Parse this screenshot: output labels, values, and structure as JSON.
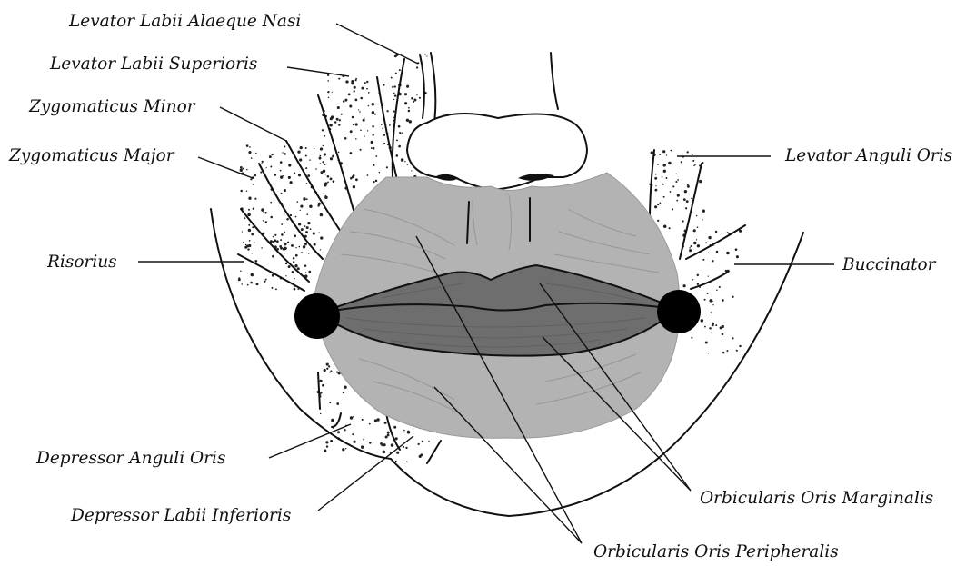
{
  "labels": {
    "levator_labii_alaeque_nasi": "Levator Labii Alaeque Nasi",
    "levator_labii_superioris": "Levator Labii Superioris",
    "zygomaticus_minor": "Zygomaticus Minor",
    "zygomaticus_major": "Zygomaticus Major",
    "risorius": "Risorius",
    "depressor_anguli_oris": "Depressor Anguli Oris",
    "depressor_labii_inferioris": "Depressor Labii Inferioris",
    "levator_anguli_oris": "Levator Anguli Oris",
    "buccinator": "Buccinator",
    "orbicularis_oris_marginalis": "Orbicularis Oris Marginalis",
    "orbicularis_oris_peripheralis": "Orbicularis Oris Peripheralis"
  },
  "colors": {
    "orbicularis_peripheral_fill": "#b3b3b3",
    "lip_fill": "#6e6e6e",
    "modiolus_fill": "#000000",
    "ink": "#111111",
    "background": "#ffffff"
  }
}
